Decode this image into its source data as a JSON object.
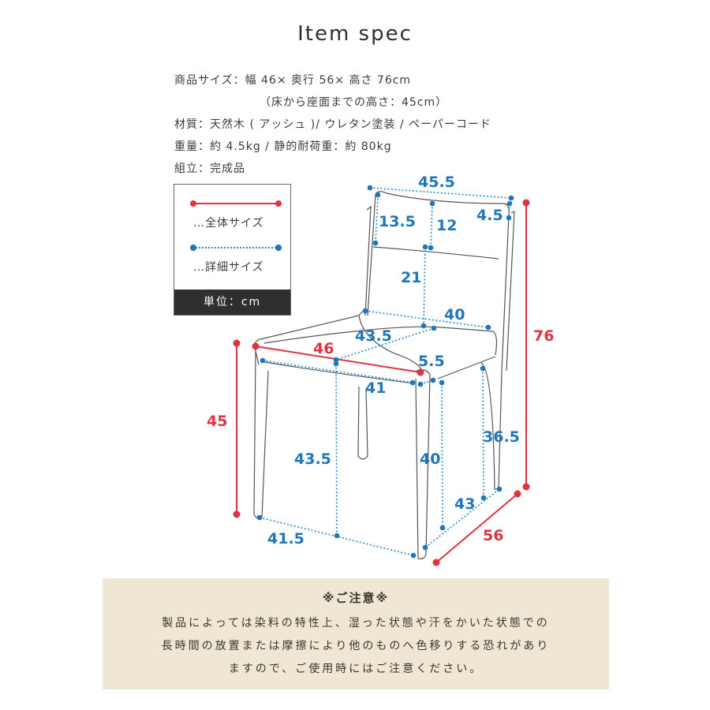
{
  "title": "Item spec",
  "specs": {
    "size": "商品サイズ：幅 46× 奥行 56× 高さ 76cm",
    "seat_height": "（床から座面までの高さ：45cm）",
    "material": "材質：天然木 ( アッシュ )/ ウレタン塗装 / ペーパーコード",
    "weight": "重量：約 4.5kg / 静的耐荷重：約 80kg",
    "assembly": "組立：完成品"
  },
  "legend": {
    "overall_label": "…全体サイズ",
    "detail_label": "…詳細サイズ",
    "unit": "単位：cm",
    "overall_color": "#e03340",
    "detail_color": "#1f76bd"
  },
  "dimensions": {
    "overall": {
      "width": "46",
      "depth": "56",
      "height": "76",
      "seat_height": "45"
    },
    "detail": {
      "back_top_width": "45.5",
      "back_upper_left": "13.5",
      "back_upper_mid": "12",
      "back_post_top": "4.5",
      "back_lower": "21",
      "back_bottom_width": "40",
      "seat_depth": "43.5",
      "front_rail_width": "41",
      "leg_thickness": "5.5",
      "front_leg_height": "43.5",
      "side_leg_height": "40",
      "rear_leg_height": "36.5",
      "floor_front_width": "41.5",
      "floor_side_depth": "43"
    }
  },
  "notice": {
    "heading": "※ご注意※",
    "line1": "製品によっては染料の特性上、湿った状態や汗をかいた状態での",
    "line2": "長時間の放置または摩擦により他のものへ色移りする恐れがあり",
    "line3": "ますので、ご使用時にはご注意ください。"
  }
}
